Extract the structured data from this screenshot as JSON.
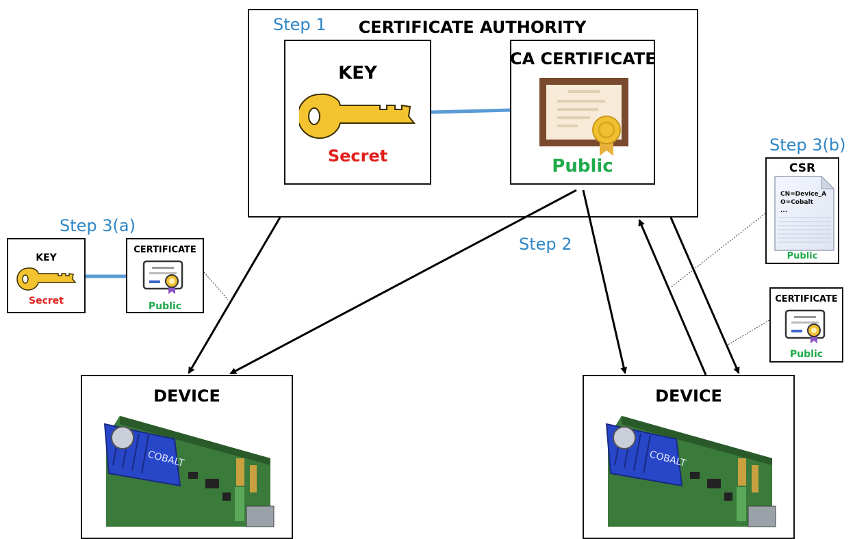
{
  "ca": {
    "title": "CERTIFICATE AUTHORITY",
    "step": "Step 1",
    "key_title": "KEY",
    "key_label": "Secret",
    "cert_title": "CA CERTIFICATE",
    "cert_label": "Public"
  },
  "step2": "Step 2",
  "left_bundle": {
    "step": "Step 3(a)",
    "key_title": "KEY",
    "key_label": "Secret",
    "cert_title": "CERTIFICATE",
    "cert_label": "Public"
  },
  "csr": {
    "step": "Step 3(b)",
    "title": "CSR",
    "lines": [
      "CN=Device_A",
      "O=Cobalt",
      "..."
    ],
    "label": "Public"
  },
  "right_cert": {
    "title": "CERTIFICATE",
    "label": "Public"
  },
  "devices": [
    {
      "title": "DEVICE",
      "brand": "COBALT"
    },
    {
      "title": "DEVICE",
      "brand": "COBALT"
    }
  ],
  "colors": {
    "step": "#2f86c6",
    "secret": "#e0201b",
    "public": "#1faa4b",
    "link": "#5b9bd5",
    "key": "#f4c430",
    "heatsink": "#2846c8",
    "pcb": "#3a7a3a"
  }
}
